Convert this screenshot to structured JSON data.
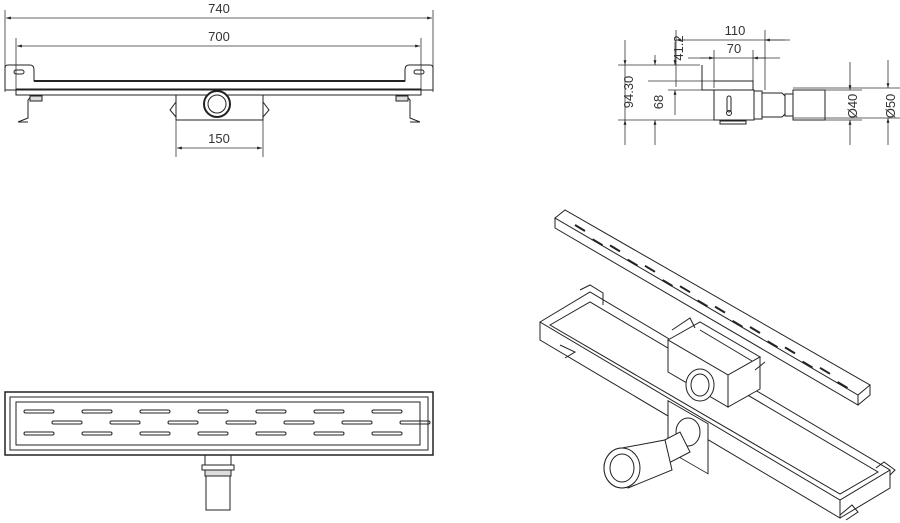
{
  "front_view": {
    "overall_length": "740",
    "inner_length": "700",
    "outlet_width": "150"
  },
  "side_view": {
    "width_top": "110",
    "width_inner": "70",
    "height_grate": "41.2",
    "height_total": "94.30",
    "height_body": "68",
    "pipe_inner_diameter": "Ø40",
    "pipe_outer_diameter": "Ø50"
  }
}
